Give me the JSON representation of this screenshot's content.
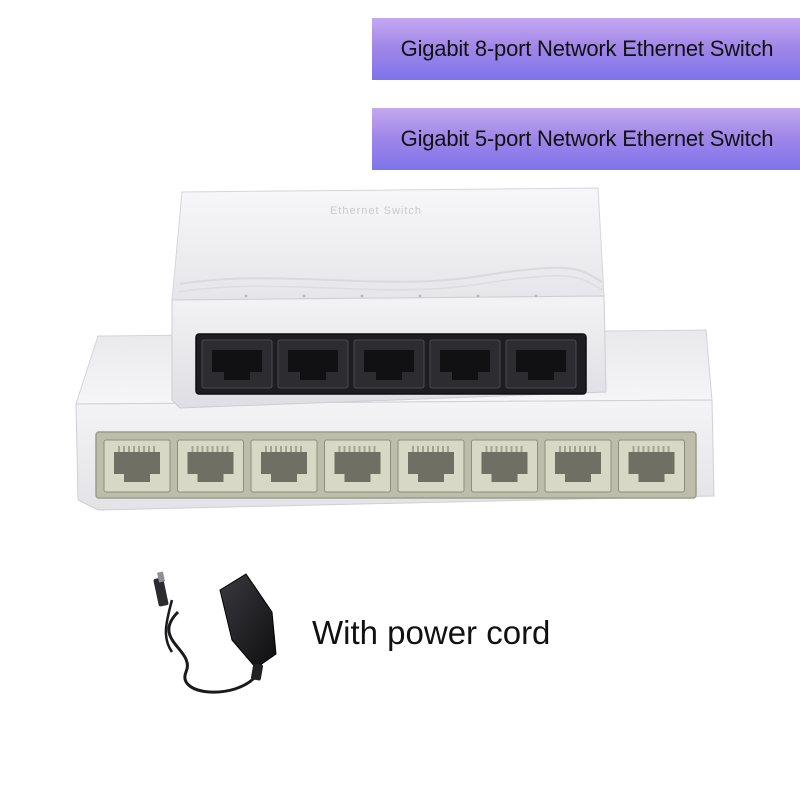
{
  "banners": {
    "switch_8_port": "Gigabit 8-port Network Ethernet Switch",
    "switch_5_port": "Gigabit 5-port Network Ethernet Switch"
  },
  "product": {
    "top_label": "Ethernet Switch",
    "caption": "With power cord"
  },
  "colors": {
    "banner_top": "#c4a9f0",
    "banner_bottom": "#7f73ea",
    "casing": "#f1f1f3",
    "port_face_8": "#c9c9b5",
    "port_face_5": "#2a2a2e"
  }
}
